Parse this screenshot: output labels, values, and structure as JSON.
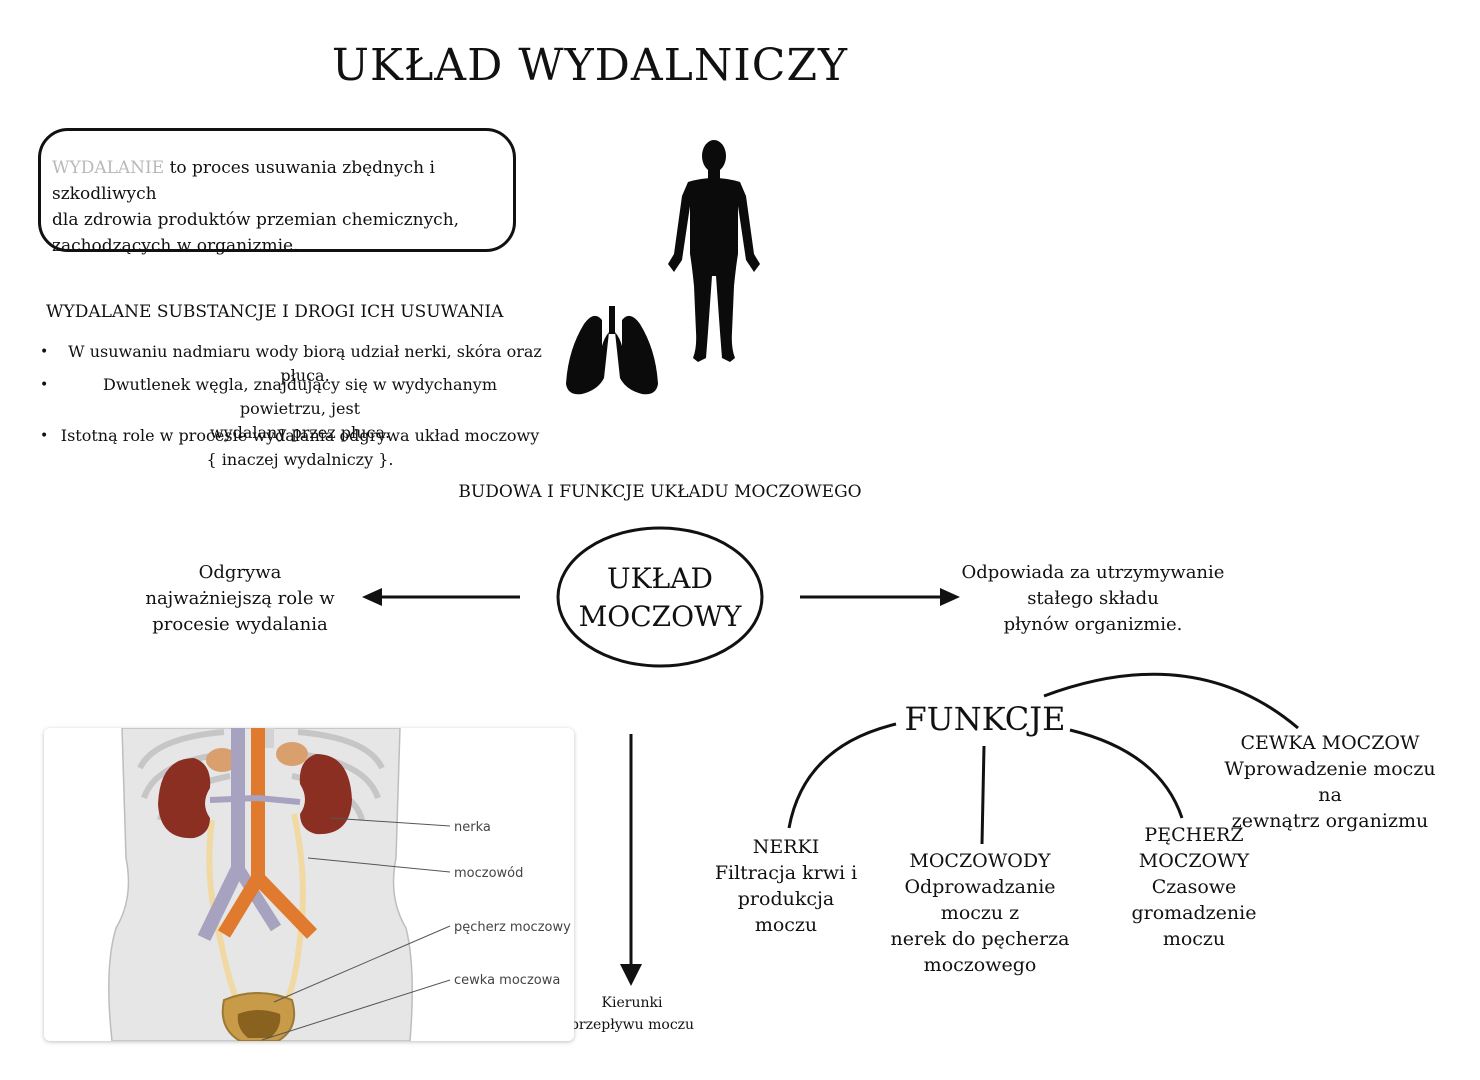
{
  "title": "UKŁAD WYDALNICZY",
  "definition": {
    "term": "WYDALANIE",
    "line1_rest": " to proces usuwania zbędnych  i szkodliwych",
    "line2": "dla zdrowia produktów przemian chemicznych,",
    "line3": "zachodzących w organizmie."
  },
  "substances": {
    "heading": "WYDALANE SUBSTANCJE I DROGI ICH USUWANIA",
    "bullet_symbol": "•",
    "items": [
      {
        "line1": "W usuwaniu nadmiaru wody biorą udział nerki, skóra oraz płuca."
      },
      {
        "line1": "Dwutlenek węgla, znajdujący się w wydychanym powietrzu, jest",
        "line2": "wydalany przez płuca."
      },
      {
        "line1": "Istotną role w procesie wydalania odgrywa układ moczowy",
        "line2": "{ inaczej wydalniczy }."
      }
    ]
  },
  "structure_heading": "BUDOWA I FUNKCJE UKŁADU MOCZOWEGO",
  "center": {
    "line1": "UKŁAD",
    "line2": "MOCZOWY"
  },
  "left_note": {
    "line1": "Odgrywa",
    "line2": "najważniejszą role w",
    "line3": "procesie wydalania"
  },
  "right_note": {
    "line1": "Odpowiada za utrzymywanie",
    "line2": "stałego składu",
    "line3": "płynów organizmie."
  },
  "functions": {
    "heading": "FUNKCJE",
    "items": [
      {
        "name": "NERKI",
        "desc1": "Filtracja krwi i",
        "desc2": "produkcja moczu"
      },
      {
        "name": "MOCZOWODY",
        "desc1": "Odprowadzanie moczu z",
        "desc2": "nerek do pęcherza",
        "desc3": "moczowego"
      },
      {
        "name1": "PĘCHERZ",
        "name2": "MOCZOWY",
        "desc1": "Czasowe gromadzenie",
        "desc2": "moczu"
      },
      {
        "name": "CEWKA MOCZOW",
        "desc1": "Wprowadzenie moczu na",
        "desc2": "zewnątrz organizmu"
      }
    ]
  },
  "flow_note": {
    "line1": "Kierunki",
    "line2": "przepływu moczu"
  },
  "anatomy_labels": {
    "kidney": "nerka",
    "ureter": "moczowód",
    "bladder": "pęcherz moczowy",
    "urethra": "cewka moczowa"
  },
  "icons": {
    "human": "human-silhouette-icon",
    "lungs": "lungs-icon"
  },
  "colors": {
    "kidney": "#8b2f22",
    "artery": "#e07a2e",
    "vein": "#a6a2bf",
    "adrenal": "#d9a06e",
    "ureter": "#f1d9a3",
    "body": "#e6e6e6",
    "text": "#111111",
    "term": "#b9b9b9"
  }
}
